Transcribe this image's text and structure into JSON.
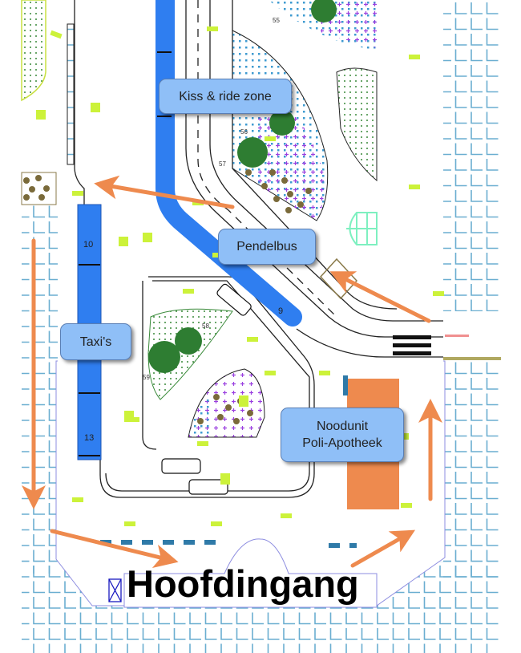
{
  "map": {
    "labels": {
      "kiss_ride": "Kiss & ride zone",
      "pendelbus": "Pendelbus",
      "taxis": "Taxi's",
      "noodunit_line1": "Noodunit",
      "noodunit_line2": "Poli-Apotheek",
      "entrance": "Hoofdingang"
    },
    "bay_numbers": [
      "10",
      "9",
      "13"
    ],
    "plot_numbers": [
      "55",
      "56",
      "57",
      "58",
      "59"
    ],
    "colors": {
      "bus_lane": "#2f7ef0",
      "arrow": "#ee8a4e",
      "emergency_unit": "#ee8a4e",
      "callout": "#8fbff7",
      "tile_grid": "#6aaed0",
      "grass_marker": "#ccf23a",
      "tree": "#2e7d32"
    }
  }
}
